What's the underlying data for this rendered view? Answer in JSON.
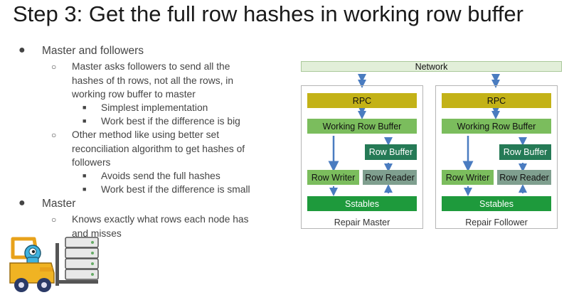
{
  "title": "Step 3: Get the full row hashes in working row buffer",
  "bullets": [
    {
      "level": 1,
      "marker": "●",
      "text": "Master and followers",
      "children": [
        {
          "level": 2,
          "marker": "○",
          "lines": [
            "Master asks followers to send all the",
            "hashes of th rows, not all the rows, in",
            "working row buffer to master"
          ],
          "children": [
            {
              "level": 3,
              "marker": "■",
              "text": "Simplest implementation"
            },
            {
              "level": 3,
              "marker": "■",
              "text": "Work best if the difference is big"
            }
          ]
        },
        {
          "level": 2,
          "marker": "○",
          "lines": [
            "Other method like using better set",
            "reconciliation algorithm to get hashes of",
            "followers"
          ],
          "children": [
            {
              "level": 3,
              "marker": "■",
              "text": "Avoids send the full hashes"
            },
            {
              "level": 3,
              "marker": "■",
              "text": "Work best if the difference is small"
            }
          ]
        }
      ]
    },
    {
      "level": 1,
      "marker": "●",
      "text": "Master",
      "children": [
        {
          "level": 2,
          "marker": "○",
          "lines": [
            "Knows exactly what rows each node has",
            "and misses"
          ]
        }
      ]
    }
  ],
  "diagram": {
    "network_label": "Network",
    "nodes": [
      {
        "label": "Repair Master",
        "rpc": "RPC",
        "working_row_buffer": "Working Row Buffer",
        "row_buffer": "Row Buffer",
        "row_writer": "Row Writer",
        "row_reader": "Row Reader",
        "sstables": "Sstables"
      },
      {
        "label": "Repair Follower",
        "rpc": "RPC",
        "working_row_buffer": "Working Row Buffer",
        "row_buffer": "Row Buffer",
        "row_writer": "Row Writer",
        "row_reader": "Row Reader",
        "sstables": "Sstables"
      }
    ]
  },
  "colors": {
    "network": "#e2efd9",
    "rpc": "#c3b217",
    "working_row_buffer": "#7bbd5d",
    "row_buffer": "#257a56",
    "row_writer": "#7bbd5d",
    "row_reader": "#7f9f8f",
    "sstables": "#1e9a3c",
    "arrow": "#4a7cc0"
  },
  "mascot": {
    "icon": "forklift-robot-icon",
    "server_icon": "server-stack-icon"
  }
}
